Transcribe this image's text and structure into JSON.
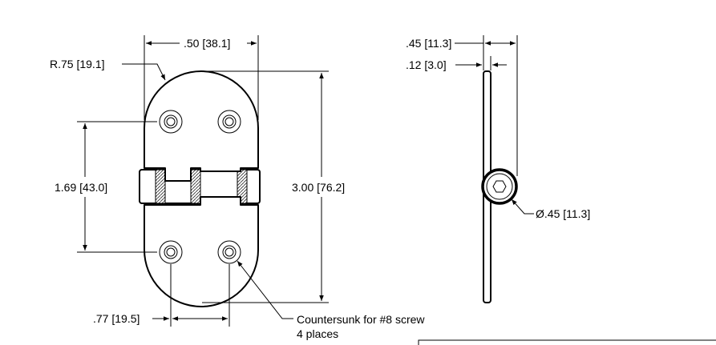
{
  "dimensions": {
    "width": ".50 [38.1]",
    "radius": "R.75 [19.1]",
    "hole_spacing_vertical": "1.69 [43.0]",
    "overall_length": "3.00 [76.2]",
    "hole_spacing_horizontal": ".77 [19.5]",
    "side_thickness_total": ".45 [11.3]",
    "side_leaf_thickness": ".12 [3.0]",
    "knuckle_diameter": "Ø.45 [11.3]"
  },
  "notes": {
    "countersunk_line1": "Countersunk for #8 screw",
    "countersunk_line2": "4 places"
  }
}
